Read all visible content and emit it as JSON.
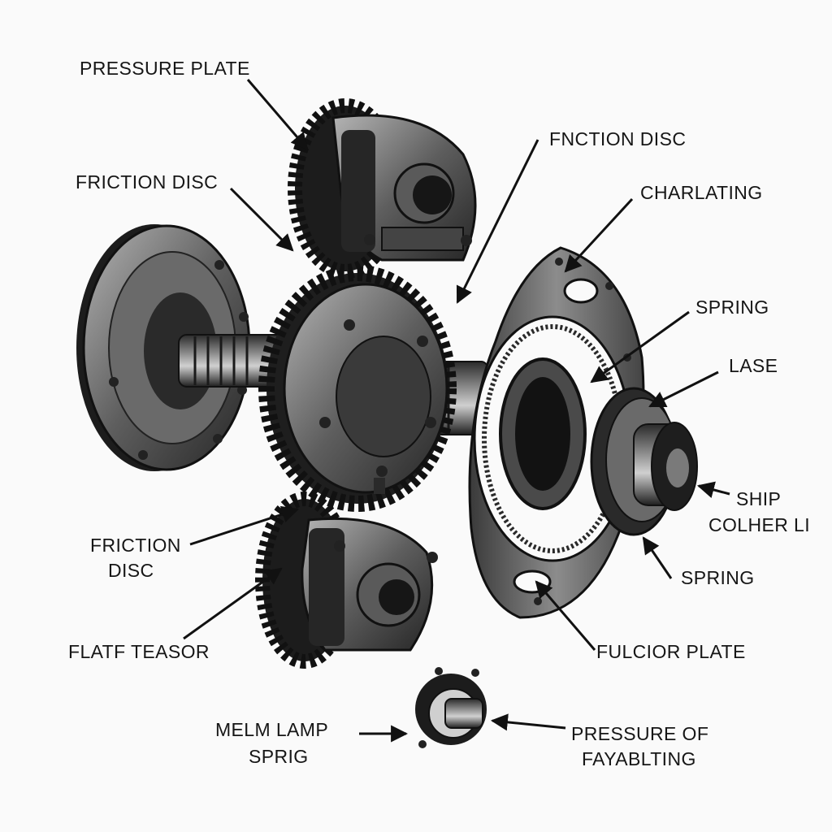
{
  "labels": {
    "pressure_plate_top": "PRESSURE PLATE",
    "friction_disc_left": "FRICTION DISC",
    "fnction_disc": "FNCTION DISC",
    "charlating": "CHARLATING",
    "spring_right": "SPRING",
    "lase": "LASE",
    "ship_line1": "SHIP",
    "ship_line2": "COLHER LI",
    "friction_disc_lower_line1": "FRICTION",
    "friction_disc_lower_line2": "DISC",
    "spring_lower": "SPRING",
    "flatf_teasor": "FLATF TEASOR",
    "fulcior_plate": "FULCIOR PLATE",
    "melm_lamp_line1": "MELM LAMP",
    "melm_lamp_line2": "SPRIG",
    "pressure_of_line1": "PRESSURE OF",
    "pressure_of_line2": "FAYABLTING"
  },
  "colors": {
    "background": "#fafafa",
    "ink": "#161616",
    "metal_dark": "#2a2a2a",
    "metal_mid": "#5a5a5a",
    "metal_light": "#9a9a9a"
  }
}
